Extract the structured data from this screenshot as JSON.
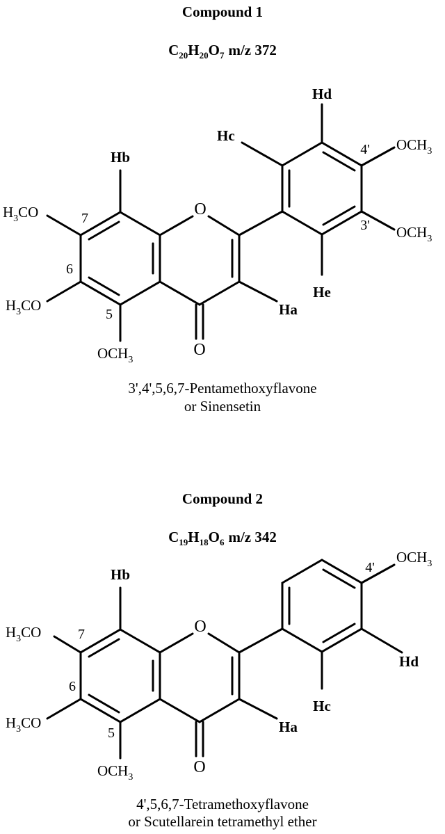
{
  "compound1": {
    "title": "Compound 1",
    "formula": {
      "c": "C",
      "c_sub": "20",
      "h": "H",
      "h_sub": "20",
      "o": "O",
      "o_sub": "7",
      "mz": "m/z 372"
    },
    "atoms": {
      "ring_o": "O",
      "carbonyl_o": "O",
      "hb": "Hb",
      "ha": "Ha",
      "hc": "Hc",
      "hd": "Hd",
      "he": "He",
      "pos7": "7",
      "pos6": "6",
      "pos5": "5",
      "pos4p": "4'",
      "pos3p": "3'",
      "me7": "H3CO",
      "me6": "H3CO",
      "me5": "OCH3",
      "me4p": "OCH3",
      "me3p": "OCH3"
    },
    "name_line1": "3',4',5,6,7-Pentamethoxyflavone",
    "name_line2": "or Sinensetin"
  },
  "compound2": {
    "title": "Compound 2",
    "formula": {
      "c": "C",
      "c_sub": "19",
      "h": "H",
      "h_sub": "18",
      "o": "O",
      "o_sub": "6",
      "mz": "m/z 342"
    },
    "atoms": {
      "ring_o": "O",
      "carbonyl_o": "O",
      "hb": "Hb",
      "ha": "Ha",
      "hc": "Hc",
      "hd": "Hd",
      "pos7": "7",
      "pos6": "6",
      "pos5": "5",
      "pos4p": "4'",
      "me7": "H3CO",
      "me6": "H3CO",
      "me5": "OCH3",
      "me4p": "OCH3"
    },
    "name_line1": "4',5,6,7-Tetramethoxyflavone",
    "name_line2": "or Scutellarein tetramethyl ether"
  }
}
